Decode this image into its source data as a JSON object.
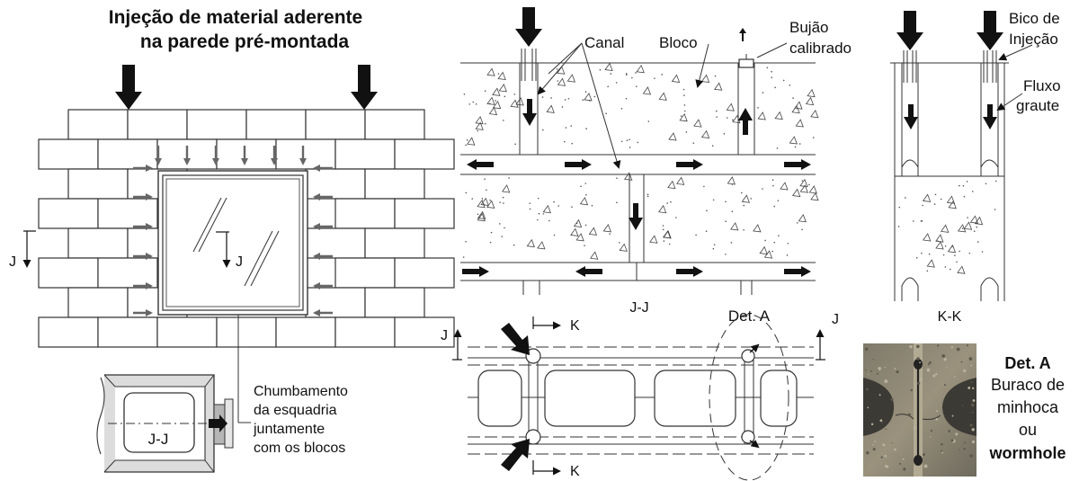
{
  "title": {
    "line1": "Injeção de material aderente",
    "line2": "na parede pré-montada"
  },
  "wall_view": {
    "section_marker_left": "J",
    "section_marker_center": "J"
  },
  "inset": {
    "section_label": "J-J",
    "note_line1": "Chumbamento",
    "note_line2": "da esquadria",
    "note_line3": "juntamente",
    "note_line4": "com os blocos"
  },
  "section_jj": {
    "label_channel": "Canal",
    "label_block": "Bloco",
    "label_plug_line1": "Bujão",
    "label_plug_line2": "calibrado",
    "caption": "J-J"
  },
  "plan_view": {
    "marker_j_left": "J",
    "marker_j_right": "J",
    "marker_k_top": "K",
    "marker_k_bottom": "K",
    "detail_label": "Det. A"
  },
  "section_kk": {
    "label_nozzle_line1": "Bico de",
    "label_nozzle_line2": "Injeção",
    "label_flow_line1": "Fluxo",
    "label_flow_line2": "graute",
    "caption": "K-K"
  },
  "detail_a": {
    "title": "Det. A",
    "line1": "Buraco de",
    "line2": "minhoca",
    "line3": "ou",
    "line4": "wormhole"
  },
  "colors": {
    "arrow_dark": "#111111",
    "arrow_gray": "#666666",
    "photo_concrete": "#8a8575",
    "photo_mortar": "#a79e88"
  }
}
